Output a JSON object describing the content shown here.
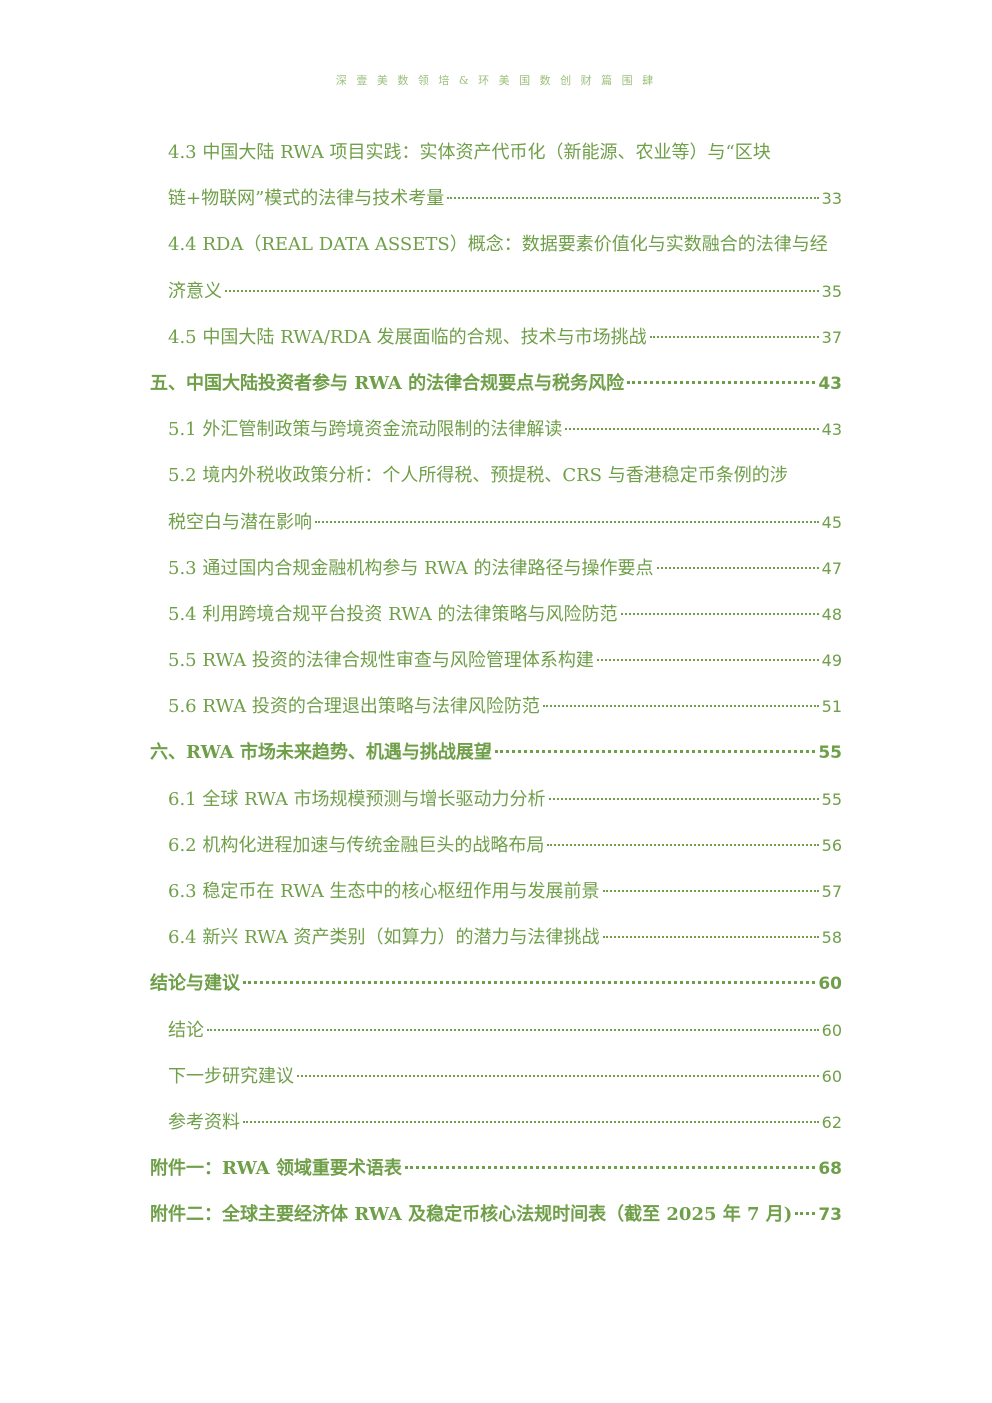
{
  "header": {
    "text": "深 壹 美 数 领 培 & 环 美 国 数 创 财 篇 围 肆"
  },
  "colors": {
    "text": "#6f9f48",
    "header": "#9cc07c"
  },
  "entries": [
    {
      "level": 2,
      "bold": false,
      "title": "4.3 中国大陆 RWA 项目实践：实体资产代币化（新能源、农业等）与“区块",
      "page": ""
    },
    {
      "level": 2,
      "bold": false,
      "title": "链+物联网”模式的法律与技术考量",
      "page": "33"
    },
    {
      "level": 2,
      "bold": false,
      "title": "4.4 RDA（REAL DATA ASSETS）概念：数据要素价值化与实数融合的法律与经",
      "page": ""
    },
    {
      "level": 2,
      "bold": false,
      "title": "济意义",
      "page": "35"
    },
    {
      "level": 2,
      "bold": false,
      "title": "4.5 中国大陆 RWA/RDA 发展面临的合规、技术与市场挑战",
      "page": "37"
    },
    {
      "level": 1,
      "bold": true,
      "title": "五、中国大陆投资者参与 RWA 的法律合规要点与税务风险",
      "page": "43"
    },
    {
      "level": 2,
      "bold": false,
      "title": "5.1 外汇管制政策与跨境资金流动限制的法律解读",
      "page": "43"
    },
    {
      "level": 2,
      "bold": false,
      "title": "5.2 境内外税收政策分析：个人所得税、预提税、CRS 与香港稳定币条例的涉",
      "page": ""
    },
    {
      "level": 2,
      "bold": false,
      "title": "税空白与潜在影响",
      "page": "45"
    },
    {
      "level": 2,
      "bold": false,
      "title": "5.3 通过国内合规金融机构参与 RWA 的法律路径与操作要点",
      "page": "47"
    },
    {
      "level": 2,
      "bold": false,
      "title": "5.4 利用跨境合规平台投资 RWA 的法律策略与风险防范",
      "page": "48"
    },
    {
      "level": 2,
      "bold": false,
      "title": "5.5 RWA 投资的法律合规性审查与风险管理体系构建",
      "page": "49"
    },
    {
      "level": 2,
      "bold": false,
      "title": "5.6 RWA 投资的合理退出策略与法律风险防范",
      "page": "51"
    },
    {
      "level": 1,
      "bold": true,
      "title": "六、RWA 市场未来趋势、机遇与挑战展望",
      "page": "55"
    },
    {
      "level": 2,
      "bold": false,
      "title": "6.1 全球 RWA 市场规模预测与增长驱动力分析",
      "page": "55"
    },
    {
      "level": 2,
      "bold": false,
      "title": "6.2 机构化进程加速与传统金融巨头的战略布局",
      "page": "56"
    },
    {
      "level": 2,
      "bold": false,
      "title": "6.3 稳定币在 RWA 生态中的核心枢纽作用与发展前景",
      "page": "57"
    },
    {
      "level": 2,
      "bold": false,
      "title": "6.4 新兴 RWA 资产类别（如算力）的潜力与法律挑战",
      "page": "58"
    },
    {
      "level": 1,
      "bold": true,
      "title": "结论与建议",
      "page": "60"
    },
    {
      "level": 2,
      "bold": false,
      "title": "结论",
      "page": "60"
    },
    {
      "level": 2,
      "bold": false,
      "title": "下一步研究建议",
      "page": "60"
    },
    {
      "level": 2,
      "bold": false,
      "title": "参考资料",
      "page": "62"
    },
    {
      "level": 1,
      "bold": true,
      "title": "附件一：RWA 领域重要术语表",
      "page": "68"
    },
    {
      "level": 1,
      "bold": true,
      "title": "附件二：全球主要经济体 RWA 及稳定币核心法规时间表（截至 2025 年 7 月)",
      "page": "73"
    }
  ]
}
